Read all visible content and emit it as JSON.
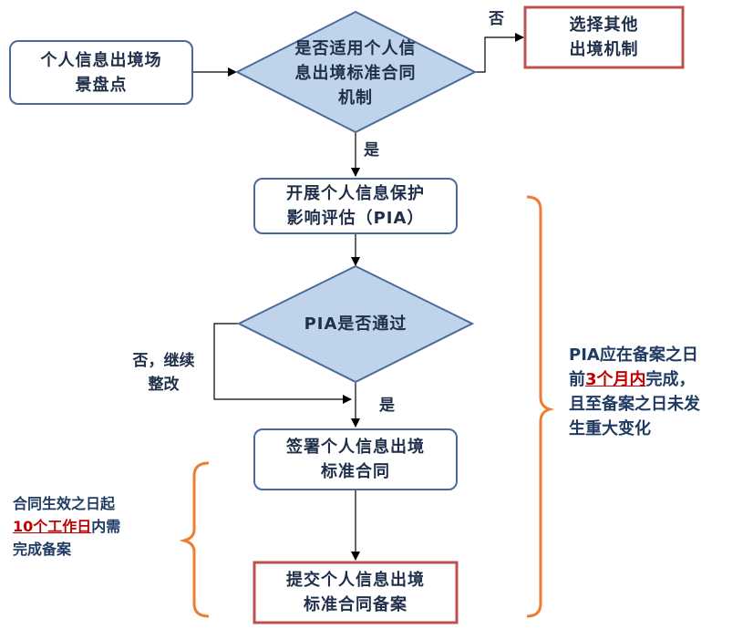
{
  "nodes": {
    "scenario": [
      "个人信息出境场",
      "景盘点"
    ],
    "decision1": [
      "是否适用个人信",
      "息出境标准合同",
      "机制"
    ],
    "other": [
      "选择其他",
      "出境机制"
    ],
    "pia": [
      "开展个人信息保护",
      "影响评估（PIA）"
    ],
    "decision2": "PIA是否通过",
    "sign": [
      "签署个人信息出境",
      "标准合同"
    ],
    "file": [
      "提交个人信息出境",
      "标准合同备案"
    ]
  },
  "edges": {
    "no": "否",
    "yes1": "是",
    "retry": [
      "否，继续",
      "整改"
    ],
    "yes2": "是"
  },
  "notes": {
    "right": {
      "p1": "PIA应在备案之日",
      "p2_pre": "前",
      "p2_em": "3个月内",
      "p2_post": "完成，",
      "p3": "且至备案之日未发",
      "p4": "生重大变化"
    },
    "left": {
      "p1": "合同生效之日起",
      "p2_em": "10个工作日",
      "p2_post": "内需",
      "p3": "完成备案"
    }
  },
  "colors": {
    "box_border": "#4a6b9a",
    "box_fill": "#ffffff",
    "diamond_fill": "#bfd3ea",
    "red_border": "#c0504d",
    "bracket": "#ed7d31",
    "note_text": "#1f3b63",
    "emphasis": "#c00000"
  }
}
